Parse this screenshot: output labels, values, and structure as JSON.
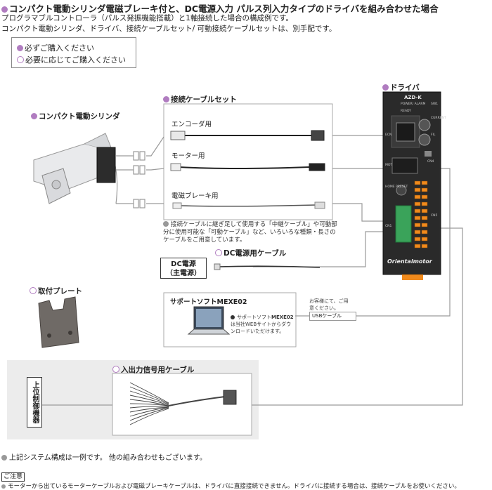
{
  "header": {
    "title": "コンパクト電動シリンダ電磁ブレーキ付と、DC電源入力 パルス列入力タイプのドライバを組み合わせた場合",
    "line1": "プログラマブルコントローラ（パルス発振機能搭載）と1軸接続した場合の構成例です。",
    "line2": "コンパクト電動シリンダ、ドライバ、接続ケーブルセット/ 可動接続ケーブルセットは、別手配です。"
  },
  "legend": {
    "required": "必ずご購入ください",
    "optional": "必要に応じてご購入ください"
  },
  "components": {
    "cylinder": "コンパクト電動シリンダ",
    "cable_set": "接続ケーブルセット",
    "driver": "ドライバ",
    "driver_model": "AZD-K",
    "driver_brand": "Orientalmotor",
    "encoder_cable": "エンコーダ用",
    "motor_cable": "モーター用",
    "brake_cable": "電磁ブレーキ用",
    "cable_note": "接続ケーブルに継ぎ足して使用する「中継ケーブル」や可動部分に使用可能な「可動ケーブル」など、いろいろな種類・長さのケーブルをご用意しています。",
    "dc_power_cable": "DC電源用ケーブル",
    "dc_power_line1": "DC電源",
    "dc_power_line2": "（主電源）",
    "plate": "取付プレート",
    "software_title_prefix": "サポートソフト",
    "software_title_name": "MEXE02",
    "software_note_prefix": "サポートソフト",
    "software_note_name": "MEXE02",
    "software_note_rest": "は当社WEBサイトからダウンロードいただけます。",
    "customer_note": "お客様にて、ご用意ください。",
    "usb_cable": "USBケーブル",
    "io_cable": "入出力信号用ケーブル",
    "host": "上位制御機器"
  },
  "driver_labels": {
    "power": "POWER/ ALARM",
    "ready": "READY",
    "sw1": "SW1",
    "current": "CURRENT",
    "fil": "FIL",
    "ecn": "ECN",
    "mot": "MOT",
    "cn4": "CN4",
    "cn5": "CN5",
    "cn1": "CN1",
    "home": "HOME PRESET"
  },
  "footer": {
    "system_note": "上記システム構成は一例です。 他の組み合わせもございます。",
    "caution_title": "ご注意",
    "caution_text": "モーターから出ているモーターケーブルおよび電磁ブレーキケーブルは、ドライバに直接接続できません。ドライバに接続する場合は、接続ケーブルをお使いください。"
  },
  "colors": {
    "accent": "#b07cc0",
    "line": "#999999",
    "driver_body": "#2a2a2a",
    "terminal_green": "#3aa35a",
    "terminal_orange": "#f08a1c"
  }
}
